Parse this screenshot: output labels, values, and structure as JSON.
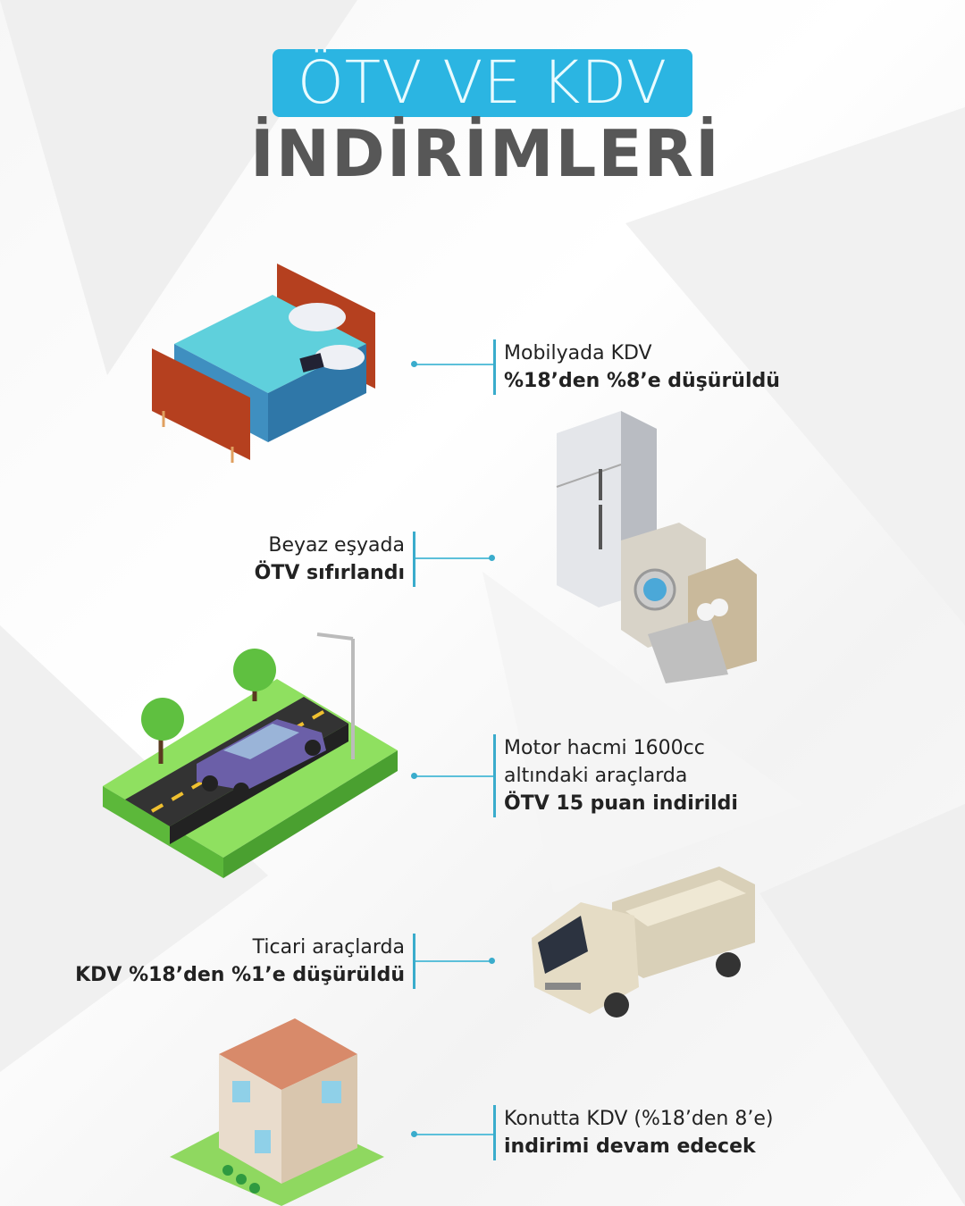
{
  "title": {
    "line1": "ÖTV VE KDV",
    "line2": "İNDİRİMLERİ"
  },
  "items": [
    {
      "name": "furniture",
      "line1": "Mobilyada KDV",
      "line2": "%18’den %8’e düşürüldü"
    },
    {
      "name": "white-goods",
      "line1": "Beyaz eşyada",
      "line2": "ÖTV sıfırlandı"
    },
    {
      "name": "cars",
      "line1": "Motor hacmi 1600cc",
      "line2": "altındaki araçlarda",
      "line3": "ÖTV 15 puan indirildi"
    },
    {
      "name": "commercial-vehicles",
      "line1": "Ticari araçlarda",
      "line2": "KDV %18’den %1’e düşürüldü"
    },
    {
      "name": "housing",
      "line1": "Konutta KDV (%18’den 8’e)",
      "line2": "indirimi devam edecek"
    }
  ],
  "colors": {
    "accent": "#2bb5e2",
    "title_gray": "#575757",
    "connector": "#3aaccc"
  }
}
